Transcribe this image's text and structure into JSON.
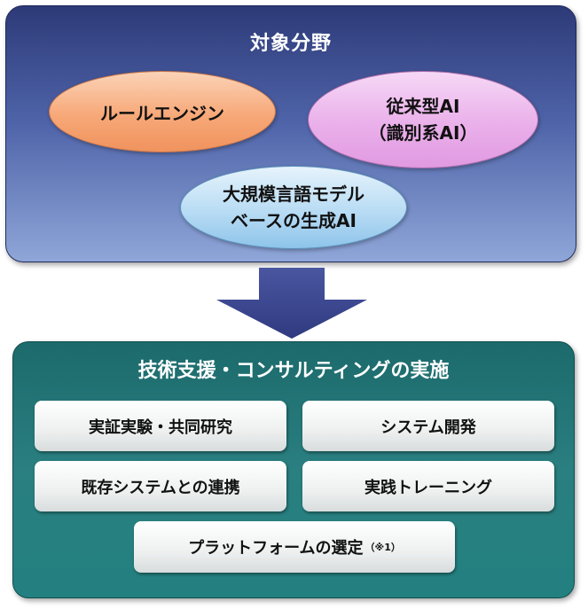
{
  "top": {
    "title": "対象分野",
    "rule_engine": "ルールエンジン",
    "conventional_ai_line1": "従来型AI",
    "conventional_ai_line2": "（識別系AI）",
    "llm_line1": "大規模言語モデル",
    "llm_line2": "ベースの生成AI"
  },
  "bottom": {
    "title": "技術支援・コンサルティングの実施",
    "items": [
      "実証実験・共同研究",
      "システム開発",
      "既存システムとの連携",
      "実践トレーニング",
      "プラットフォームの選定"
    ],
    "footnote_mark": "（※1）"
  },
  "colors": {
    "top_panel": "#3f4f94",
    "bottom_panel": "#267879",
    "arrow": "#3b4690",
    "rule_engine": "#f5a676",
    "conventional_ai": "#e8aee8",
    "llm": "#b3d8f2"
  },
  "icons": {
    "arrow": "down-arrow-icon"
  }
}
